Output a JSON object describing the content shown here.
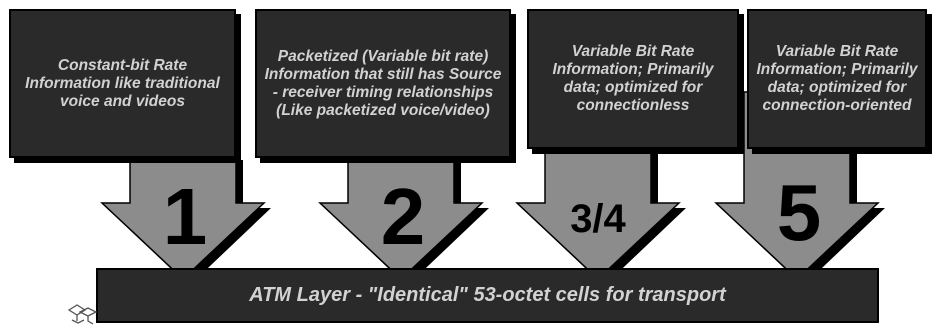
{
  "boxes": [
    {
      "text": "Constant-bit Rate Information like traditional voice and videos"
    },
    {
      "text": "Packetized (Variable bit rate) Information that still has Source - receiver timing relationships\n(Like packetized voice/video)"
    },
    {
      "text": "Variable Bit Rate Information; Primarily data; optimized for connectionless"
    },
    {
      "text": "Variable Bit Rate Information; Primarily data; optimized for connection-oriented"
    }
  ],
  "labels": [
    "1",
    "2",
    "3/4",
    "5"
  ],
  "atm_layer": "ATM Layer - \"Identical\" 53-octet cells for transport",
  "colors": {
    "box_fill": "#2a2a2a",
    "box_text": "#d2d2d2",
    "arrow_fill": "#8c8c8c",
    "outline": "#000000"
  }
}
